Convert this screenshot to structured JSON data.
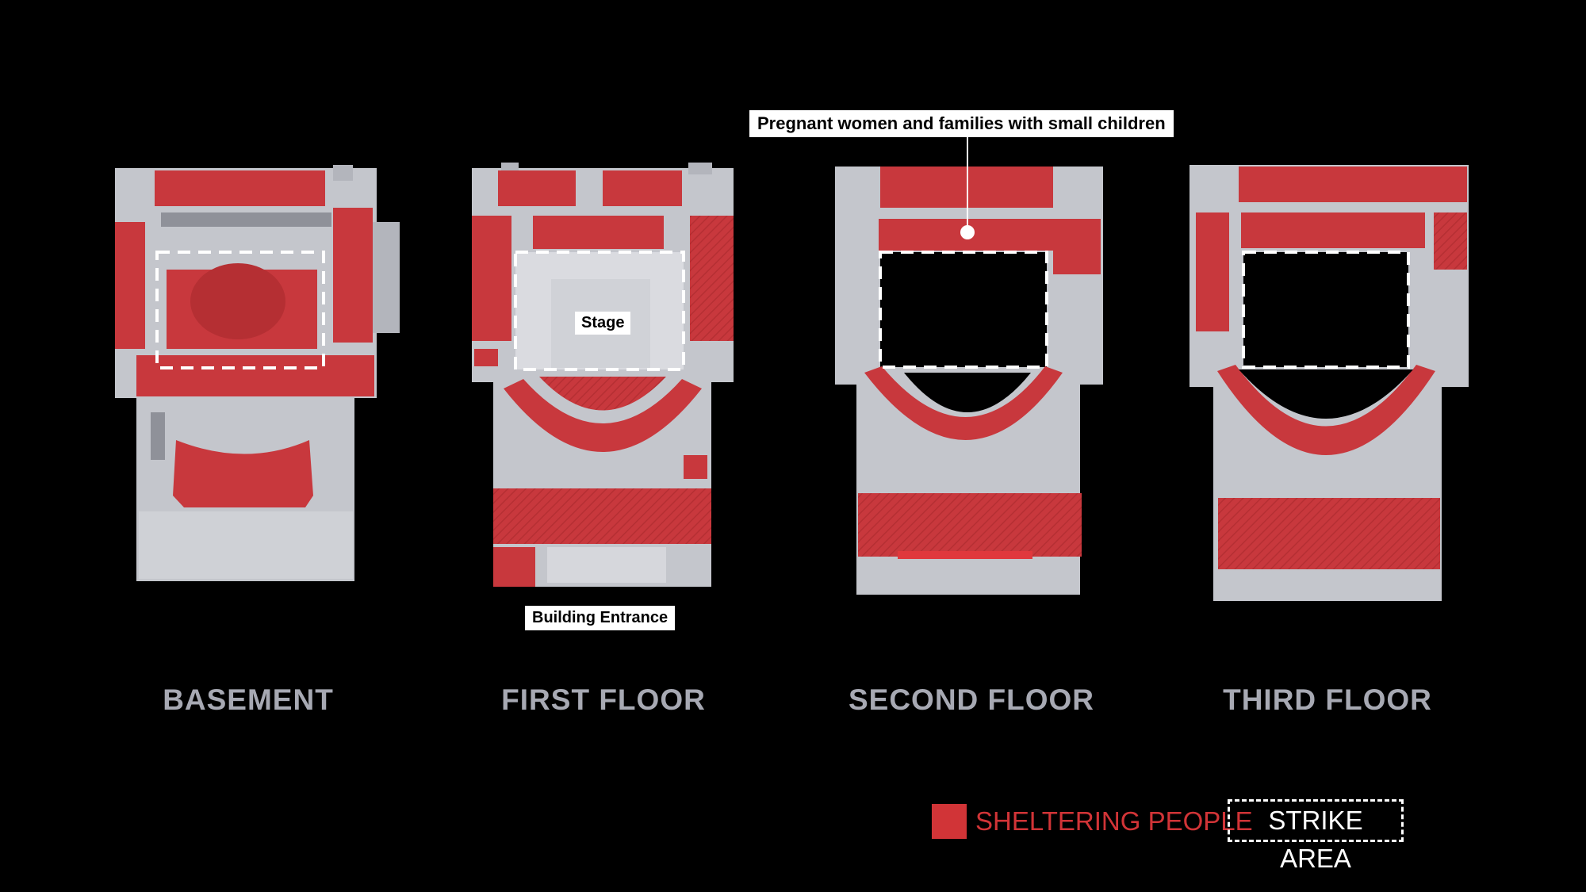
{
  "colors": {
    "background": "#000000",
    "sheltering": "#c8383d",
    "structure": "#c4c6cc",
    "label_gray": "#a7a9b3"
  },
  "floors": [
    {
      "key": "basement",
      "label": "BASEMENT"
    },
    {
      "key": "first",
      "label": "FIRST FLOOR"
    },
    {
      "key": "second",
      "label": "SECOND FLOOR"
    },
    {
      "key": "third",
      "label": "THIRD FLOOR"
    }
  ],
  "callouts": {
    "stage": "Stage",
    "entrance": "Building Entrance",
    "pregnant": "Pregnant women and families with small children"
  },
  "legend": {
    "sheltering": "SHELTERING PEOPLE",
    "strike": "STRIKE AREA"
  }
}
